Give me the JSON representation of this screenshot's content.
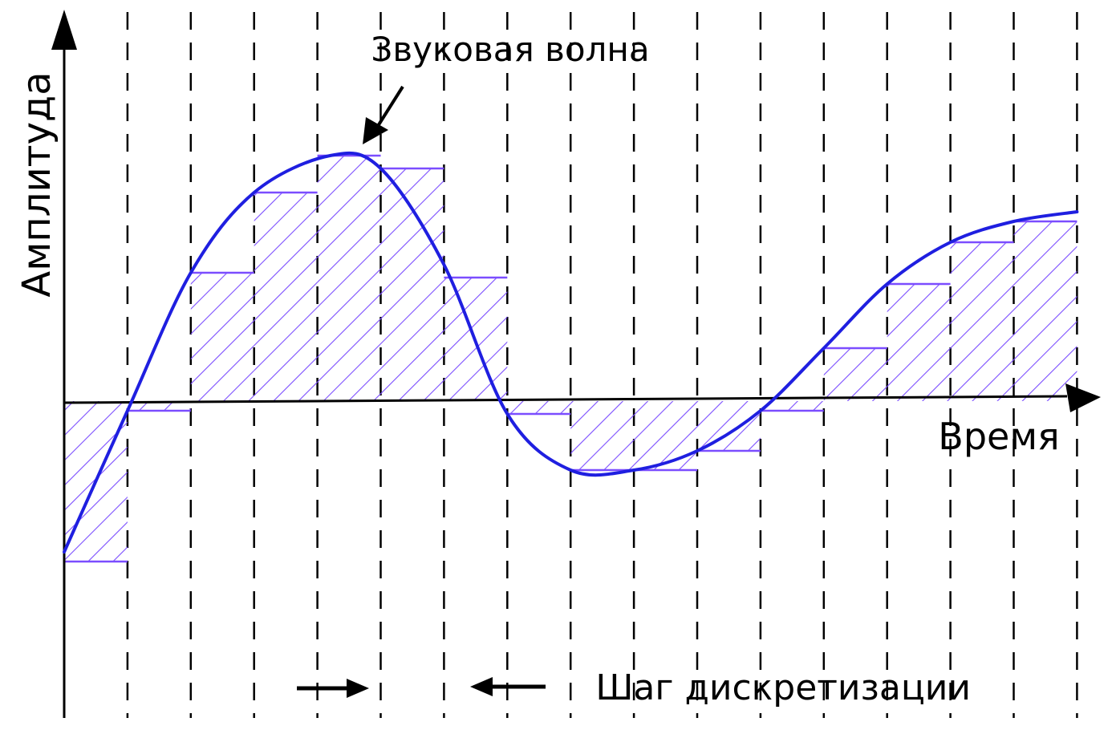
{
  "labels": {
    "y_axis": "Амплитуда",
    "x_axis": "Время",
    "wave": "Звуковая волна",
    "sampling_step": "Шаг дискретизации"
  },
  "colors": {
    "axis": "#000000",
    "gridline": "#000000",
    "wave": "#1f1fe0",
    "sample_fill": "#7b4dff"
  },
  "chart_data": {
    "type": "line",
    "description_of_series": "continuous wave with sampled step approximation (sample-and-hold)",
    "samples": [
      -1.0,
      -0.06,
      0.8,
      1.3,
      1.53,
      1.45,
      0.77,
      -0.08,
      -0.43,
      -0.43,
      -0.31,
      -0.06,
      0.33,
      0.73,
      0.99,
      1.12
    ],
    "wave_points": [
      {
        "x": 0.0,
        "y": -0.94
      },
      {
        "x": 1.0,
        "y": -0.06
      },
      {
        "x": 2.0,
        "y": 0.8
      },
      {
        "x": 3.0,
        "y": 1.3
      },
      {
        "x": 4.2,
        "y": 1.53
      },
      {
        "x": 5.0,
        "y": 1.45
      },
      {
        "x": 6.0,
        "y": 0.85
      },
      {
        "x": 7.0,
        "y": -0.08
      },
      {
        "x": 8.0,
        "y": -0.43
      },
      {
        "x": 9.0,
        "y": -0.43
      },
      {
        "x": 10.0,
        "y": -0.31
      },
      {
        "x": 11.0,
        "y": -0.06
      },
      {
        "x": 12.0,
        "y": 0.33
      },
      {
        "x": 13.0,
        "y": 0.73
      },
      {
        "x": 14.0,
        "y": 0.99
      },
      {
        "x": 15.0,
        "y": 1.12
      },
      {
        "x": 16.0,
        "y": 1.18
      }
    ],
    "grid_lines": 16
  }
}
